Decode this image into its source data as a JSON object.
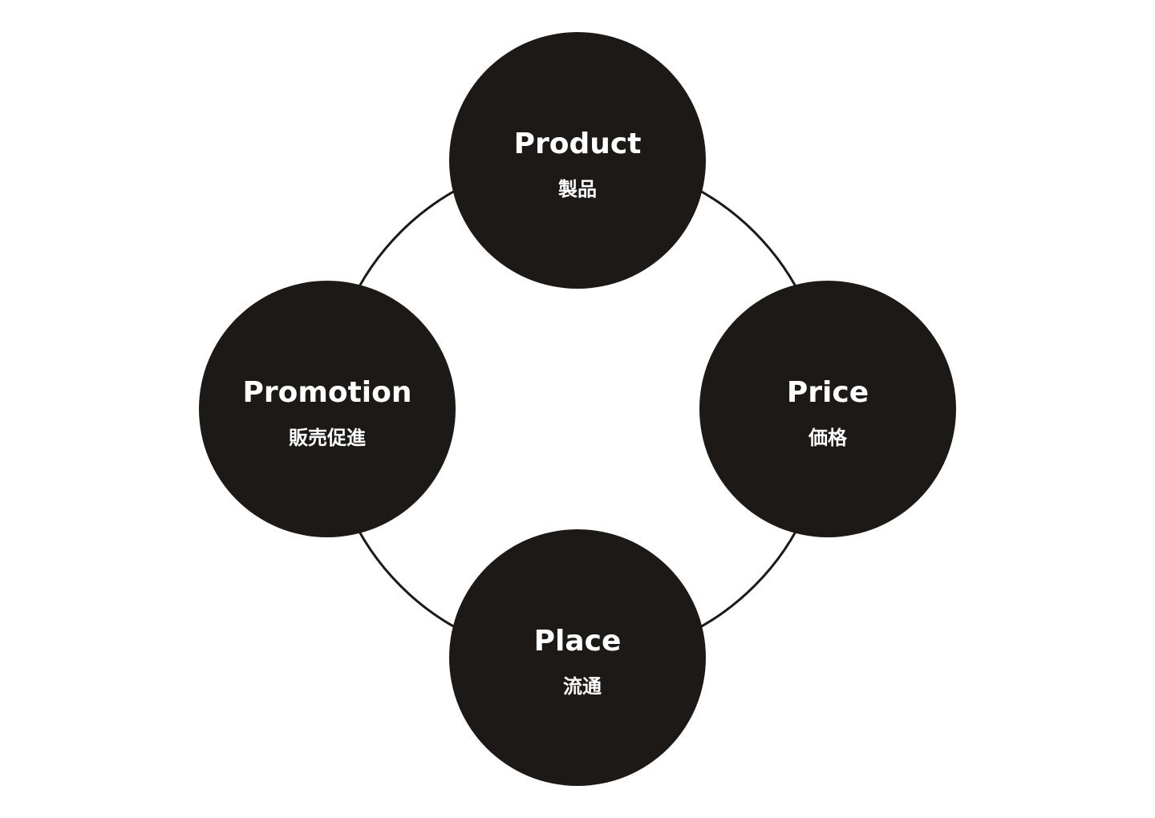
{
  "diagram": {
    "colors": {
      "node_fill": "#1c1916",
      "node_text": "#ffffff",
      "connector": "#1c1916",
      "background": "#ffffff"
    },
    "nodes": {
      "product": {
        "label": "Product",
        "sublabel": "製品"
      },
      "price": {
        "label": "Price",
        "sublabel": "価格"
      },
      "place": {
        "label": "Place",
        "sublabel": "流通"
      },
      "promotion": {
        "label": "Promotion",
        "sublabel": "販売促進"
      }
    }
  }
}
